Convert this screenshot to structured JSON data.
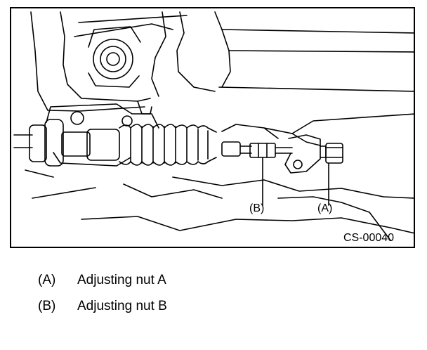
{
  "figure": {
    "code": "CS-00040",
    "callouts": [
      {
        "label": "(B)"
      },
      {
        "label": "(A)"
      }
    ]
  },
  "legend": [
    {
      "key": "(A)",
      "text": "Adjusting nut A"
    },
    {
      "key": "(B)",
      "text": "Adjusting nut B"
    }
  ]
}
